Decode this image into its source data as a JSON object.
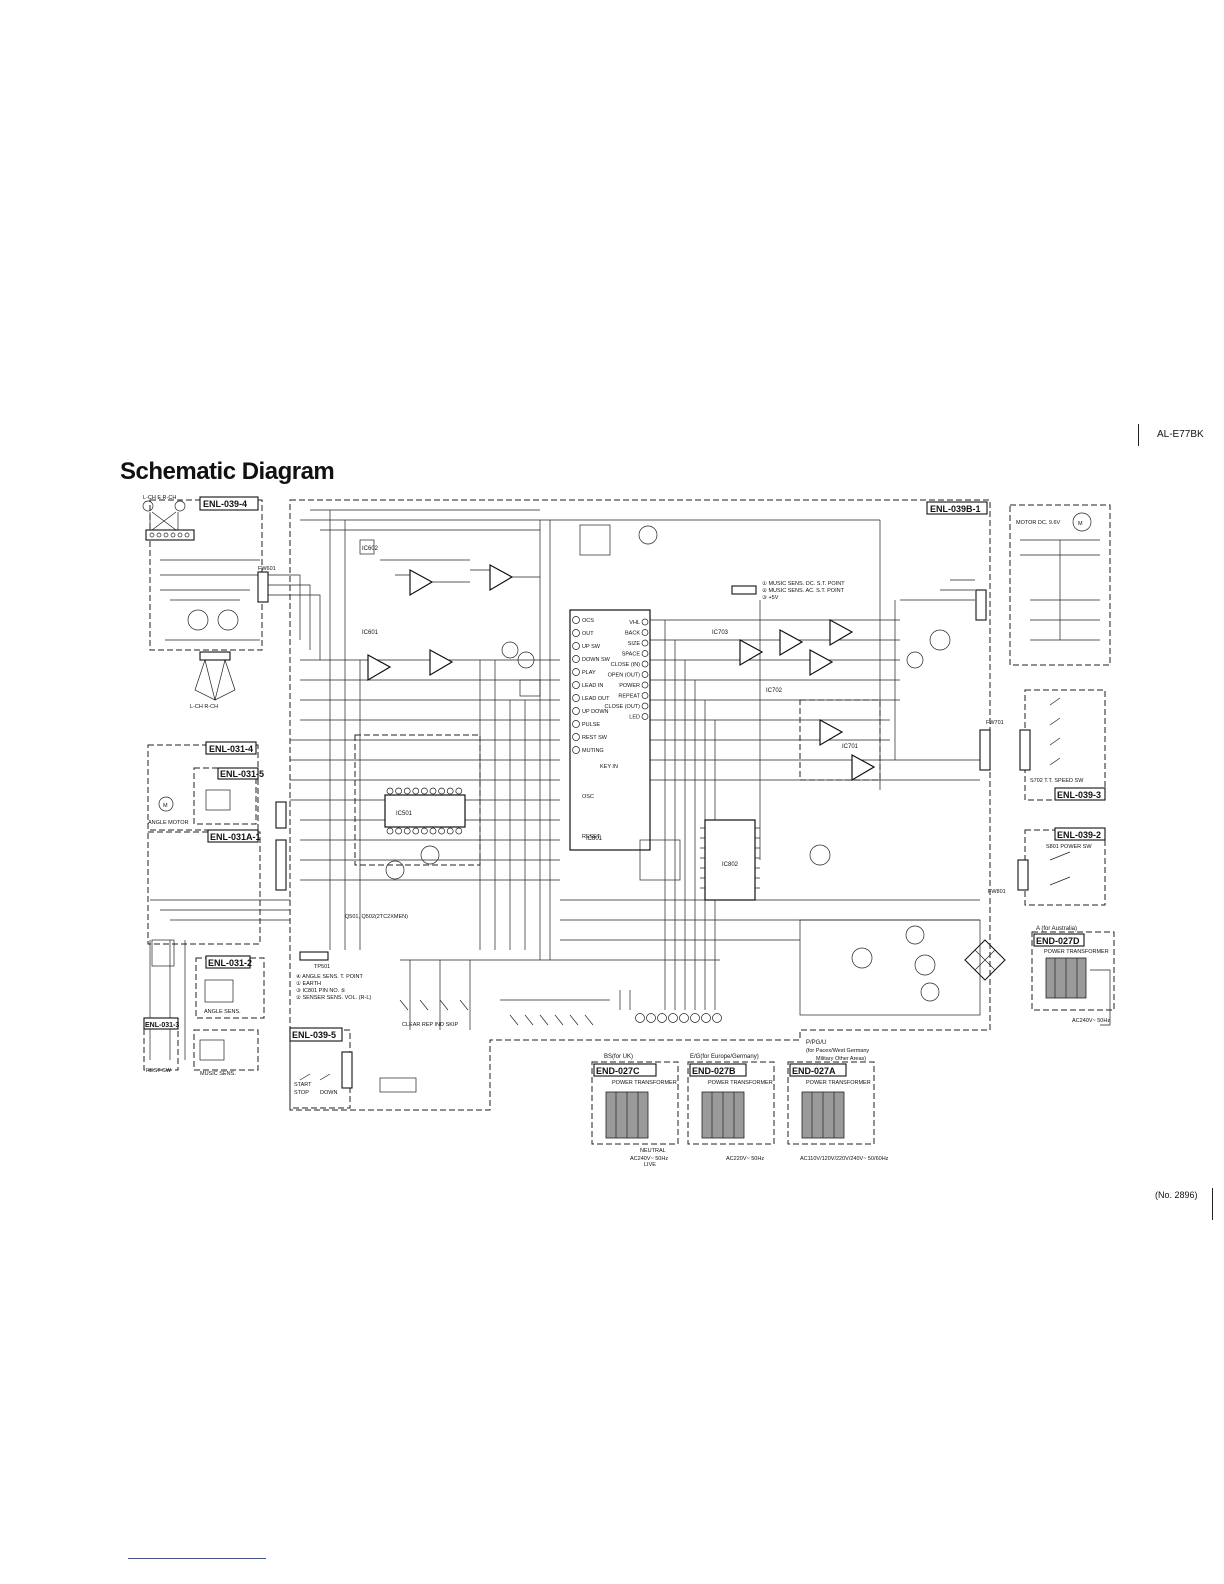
{
  "header": {
    "model": "AL-E77BK",
    "title": "Schematic Diagram",
    "doc_no": "(No. 2896)"
  },
  "boards": {
    "b0394": "ENL-039-4",
    "b0398": "ENL-039B-1",
    "b0314": "ENL-031-4",
    "b0315": "ENL-031-5",
    "b031a": "ENL-031A-1",
    "b0312": "ENL-031-2",
    "b0313": "ENL-031-3",
    "b0395": "ENL-039-5",
    "b0393": "ENL-039-3",
    "b0392": "ENL-039-2",
    "e027c": "END-027C",
    "e027b": "END-027B",
    "e027a": "END-027A",
    "e027d": "END-027D"
  },
  "ics": {
    "ic602": "IC602",
    "ic601": "IC601",
    "ic501": "IC501",
    "ic701": "IC701",
    "ic702": "IC702",
    "ic703": "IC703",
    "ic801": "IC801",
    "ic802": "IC802"
  },
  "connectors": {
    "ln1": "L-CH  E  R-CH",
    "ln2": "L-CH    R-CH",
    "cn1": "FW601",
    "cn2": "FW701",
    "cn3": "FW801",
    "tp": "TP501"
  },
  "legend": {
    "m1": "① MUSIC SENS. DC. S.T. POINT",
    "m2": "② MUSIC SENS. AC. S.T. POINT",
    "m3": "③ +5V",
    "t1": "④ ANGLE SENS. T. POINT",
    "t2": "① EARTH",
    "t3": "③ IC801 PIN NO. ⑤",
    "t4": "② SENSER SENS. VOL. (R-L)"
  },
  "ic801_pins": [
    "OCS",
    "OUT",
    "UP SW",
    "DOWN SW",
    "PLAY",
    "LEAD IN",
    "LEAD OUT",
    "UP DOWN",
    "PULSE",
    "REST SW",
    "MUTING"
  ],
  "ic801_right": [
    "VHL",
    "BACK",
    "SIZE",
    "SPACE",
    "CLOSE (IN)",
    "OPEN (OUT)",
    "POWER",
    "REPEAT",
    "CLOSE (OUT)",
    "LED"
  ],
  "misc": {
    "keyin": "KEY IN",
    "osc": "OSC",
    "reset": "RESET",
    "motor": "ANGLE MOTOR",
    "angle_sens": "ANGLE SENS.",
    "music_sens": "MUSIC SENS.",
    "rest_sw": "REST SW",
    "start": "START",
    "stop": "STOP",
    "down": "DOWN",
    "speed": "S702 T.T. SPEED SW",
    "power": "S801 POWER SW",
    "transformer": "POWER TRANSFORMER",
    "motor_right": "MOTOR DC. 9.6V",
    "keys": "CLEAR  REP  IND  SKIP",
    "q_series": "Q501, Q502(2TC2XMEN)",
    "ac240": "AC240V~ 50Hz",
    "au": "A (for Australia)",
    "bs": "BS(for UK)",
    "eg": "E/G(for Europe/Germany)",
    "pgu": "P/PG/U",
    "pgu2": "(for Pacex/West Germany",
    "pgu3": "Military Other Areas)",
    "ac220": "AC220V~ 50Hz",
    "ac_multi": "AC110V/120V/220V/240V~ 50/60Hz",
    "neutral": "NEUTRAL",
    "live": "LIVE"
  }
}
